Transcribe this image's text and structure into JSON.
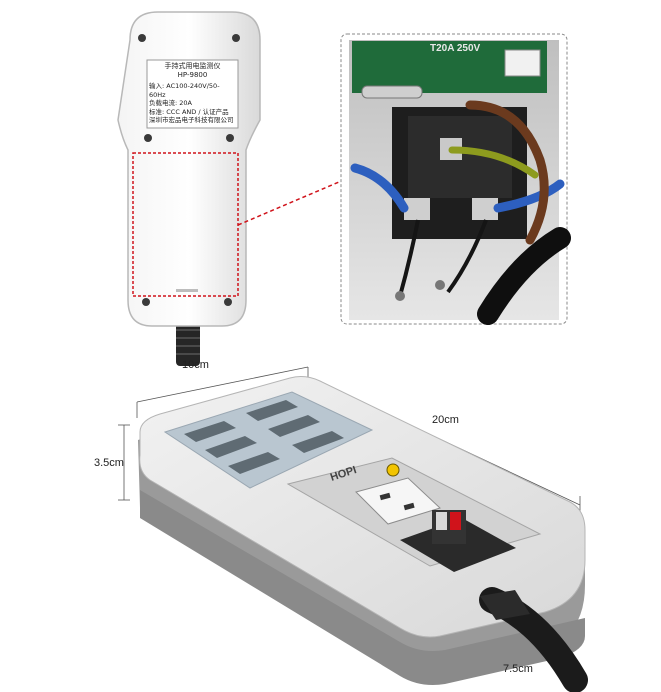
{
  "back_label": {
    "title": "手持式用电监测仪",
    "model": "HP-9800",
    "input": "输入: AC100-240V/50-60Hz",
    "current": "负载电流: 20A",
    "std": "标准: CCC AND / 认证产品",
    "maker": "深圳市宏品电子科技有限公司"
  },
  "socket_label": "T20A 250V",
  "brand": "HOPI",
  "dimensions": {
    "length": "10cm",
    "width": "20cm",
    "height": "3.5cm",
    "depth": "7.5cm"
  },
  "colors": {
    "casing": "#e6e6e6",
    "dark_band": "#8e8e8e",
    "highlight": "#d0131b",
    "brand_badge": "#f2c400"
  }
}
